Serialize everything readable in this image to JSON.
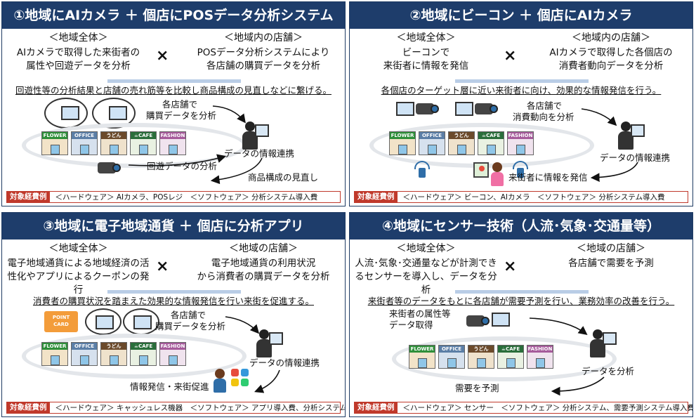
{
  "panels": [
    {
      "title": "①地域にAIカメラ ＋ 個店にPOSデータ分析システム",
      "left_heading": "＜地域全体＞",
      "left_text_1": "AIカメラで取得した来街者の",
      "left_text_2": "属性や回遊データを分析",
      "times": "×",
      "right_heading": "＜地域内の店舗＞",
      "right_text_1": "POSデータ分析システムにより",
      "right_text_2": "各店舗の購買データを分析",
      "summary": "回遊性等の分析結果と店舗の売れ筋等を比較し商品構成の見直しなどに繋げる。",
      "labels": {
        "a": "各店舗で",
        "b": "購買データを分析",
        "c": "データの情報連携",
        "d": "回遊データの分析",
        "e": "商品構成の見直し"
      },
      "footer_tag": "対象経費例",
      "footer_text": "＜ハードウェア＞ AIカメラ、POSレジ　＜ソフトウェア＞ 分析システム導入費"
    },
    {
      "title": "②地域にビーコン ＋ 個店にAIカメラ",
      "left_heading": "＜地域全体＞",
      "left_text_1": "ビーコンで",
      "left_text_2": "来街者に情報を発信",
      "times": "×",
      "right_heading": "＜地域内の店舗＞",
      "right_text_1": "AIカメラで取得した各個店の",
      "right_text_2": "消費者動向データを分析",
      "summary": "各個店のターゲット層に近い来街者に向け、効果的な情報発信を行う。",
      "labels": {
        "a": "各店舗で",
        "b": "消費動向を分析",
        "c": "データの情報連携",
        "d": "来街者に情報を発信"
      },
      "footer_tag": "対象経費例",
      "footer_text": "＜ハードウェア＞ ビーコン、AIカメラ　＜ソフトウェア＞ 分析システム導入費"
    },
    {
      "title": "③地域に電子地域通貨 ＋ 個店に分析アプリ",
      "left_heading": "＜地域全体＞",
      "left_text_1": "電子地域通貨による地域経済の活",
      "left_text_2": "性化やアプリによるクーポンの発行",
      "times": "×",
      "right_heading": "＜地域の店舗＞",
      "right_text_1": "電子地域通貨の利用状況",
      "right_text_2": "から消費者の購買データを分析",
      "summary": "消費者の購買状況を踏まえた効果的な情報発信を行い来街を促進する。",
      "labels": {
        "a": "各店舗で",
        "b": "購買データを分析",
        "c": "データの情報連携",
        "d": "情報発信・来街促進",
        "card": "POINT CARD"
      },
      "footer_tag": "対象経費例",
      "footer_text": "＜ハードウェア＞ キャッシュレス機器　＜ソフトウェア＞ アプリ導入費、分析システム導入費"
    },
    {
      "title": "④地域にセンサー技術（人流･気象･交通量等）",
      "left_heading": "＜地域全体＞",
      "left_text_1": "人流･気象･交通量などが計測でき",
      "left_text_2": "るセンサーを導入し、データを分析",
      "times": "×",
      "right_heading": "＜地域の店舗＞",
      "right_text_1": "各店舗で需要を予測",
      "right_text_2": "",
      "summary": "来街者等のデータをもとに各店舗が需要予測を行い、業務効率の改善を行う。",
      "labels": {
        "a": "来街者の属性等",
        "b": "データ取得",
        "c": "データを分析",
        "d": "需要を予測"
      },
      "footer_tag": "対象経費例",
      "footer_text": "＜ハードウェア＞ センサー　＜ソフトウェア＞ 分析システム、需要予測システム導入費"
    }
  ],
  "shop_signs": [
    "FLOWER",
    "OFFICE",
    "うどん",
    "☕CAFE",
    "FASHION"
  ],
  "colors": {
    "header_bg": "#1e3d6b",
    "footer_tag": "#c0392b",
    "bar": "#b9cde6"
  }
}
